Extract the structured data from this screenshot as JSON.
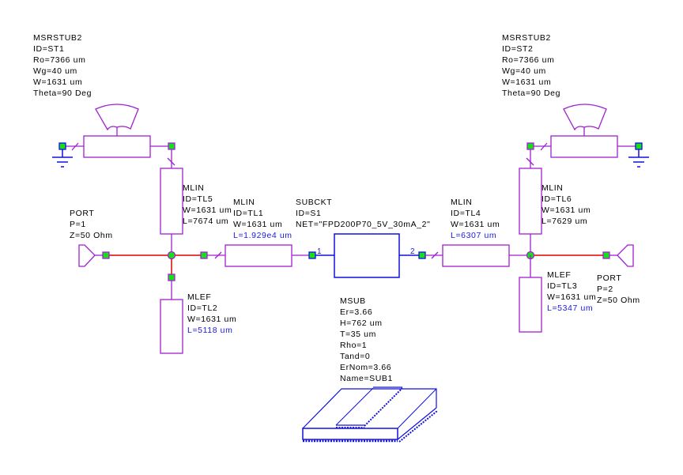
{
  "schematic": {
    "colors": {
      "element": "#a020d0",
      "subcircuit": "#1010e0",
      "wire": "#e00000",
      "node": "#18e018",
      "param_blue": "#1a1adc"
    },
    "components": {
      "st1": {
        "type": "MSRSTUB2",
        "lines": [
          "ID=ST1",
          "Ro=7366 um",
          "Wg=40 um",
          "W=1631 um",
          "Theta=90 Deg"
        ]
      },
      "st2": {
        "type": "MSRSTUB2",
        "lines": [
          "ID=ST2",
          "Ro=7366 um",
          "Wg=40 um",
          "W=1631 um",
          "Theta=90 Deg"
        ]
      },
      "tl5": {
        "type": "MLIN",
        "lines": [
          "ID=TL5",
          "W=1631 um",
          "L=7674 um"
        ]
      },
      "tl1": {
        "type": "MLIN",
        "lines": [
          "ID=TL1",
          "W=1631 um"
        ],
        "length": "L=1.929e4 um"
      },
      "s1": {
        "type": "SUBCKT",
        "lines": [
          "ID=S1",
          "NET=\"FPD200P70_5V_30mA_2\""
        ],
        "pin1": "1",
        "pin2": "2"
      },
      "tl4": {
        "type": "MLIN",
        "lines": [
          "ID=TL4",
          "W=1631 um"
        ],
        "length": "L=6307 um"
      },
      "tl6": {
        "type": "MLIN",
        "lines": [
          "ID=TL6",
          "W=1631 um",
          "L=7629 um"
        ]
      },
      "port1": {
        "type": "PORT",
        "lines": [
          "P=1",
          "Z=50 Ohm"
        ]
      },
      "port2": {
        "type": "PORT",
        "lines": [
          "P=2",
          "Z=50 Ohm"
        ]
      },
      "tl2": {
        "type": "MLEF",
        "lines": [
          "ID=TL2",
          "W=1631 um"
        ],
        "length": "L=5118 um"
      },
      "tl3": {
        "type": "MLEF",
        "lines": [
          "ID=TL3",
          "W=1631 um"
        ],
        "length": "L=5347 um"
      },
      "msub": {
        "type": "MSUB",
        "lines": [
          "Er=3.66",
          "H=762 um",
          "T=35 um",
          "Rho=1",
          "Tand=0",
          "ErNom=3.66",
          "Name=SUB1"
        ]
      }
    }
  }
}
